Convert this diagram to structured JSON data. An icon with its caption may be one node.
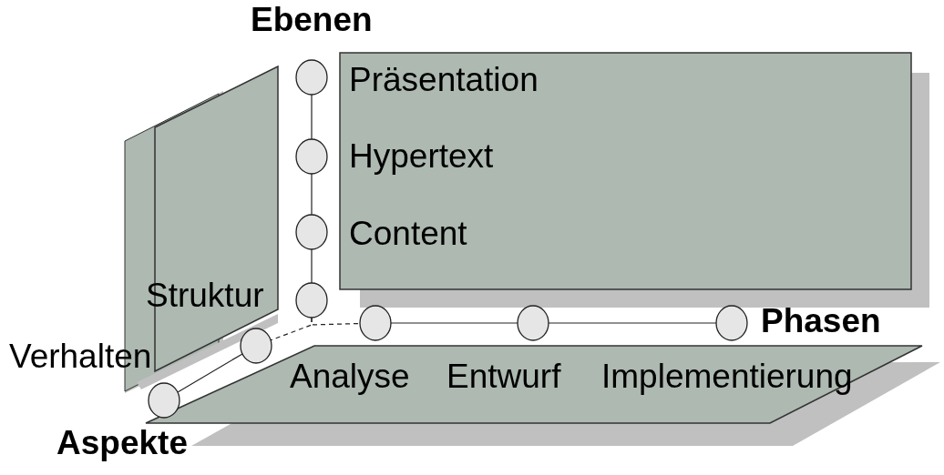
{
  "diagram": {
    "nodes": [
      {
        "text": [],
        "shape": "circle"
      },
      {
        "text": [],
        "shape": "circle"
      },
      {
        "text": [],
        "shape": "circle"
      },
      {
        "text": [],
        "shape": "circle"
      },
      {
        "text": [],
        "shape": "circle"
      },
      {
        "text": [],
        "shape": "circle"
      },
      {
        "text": [],
        "shape": "circle"
      },
      {
        "text": [],
        "shape": "circle"
      },
      {
        "text": [],
        "shape": "circle"
      }
    ],
    "edges": [
      {
        "from": 0,
        "to": 1,
        "arrow": "none"
      },
      {
        "from": 1,
        "to": 2,
        "arrow": "none"
      },
      {
        "from": 2,
        "to": 3,
        "arrow": "none"
      },
      {
        "from": 3,
        "to": 4,
        "arrow": "none",
        "style": "dashed"
      },
      {
        "from": 4,
        "to": 5,
        "arrow": "none"
      },
      {
        "from": 5,
        "to": 6,
        "arrow": "none"
      },
      {
        "from": 3,
        "to": 7,
        "arrow": "none",
        "style": "dashed"
      },
      {
        "from": 7,
        "to": 8,
        "arrow": "none"
      }
    ],
    "labels": [
      "Ebenen",
      "Präsentation",
      "Hypertext",
      "Content",
      "Struktur",
      "Phasen",
      "Verhalten",
      "Analyse",
      "Entwurf",
      "Implementierung",
      "Aspekte"
    ]
  }
}
